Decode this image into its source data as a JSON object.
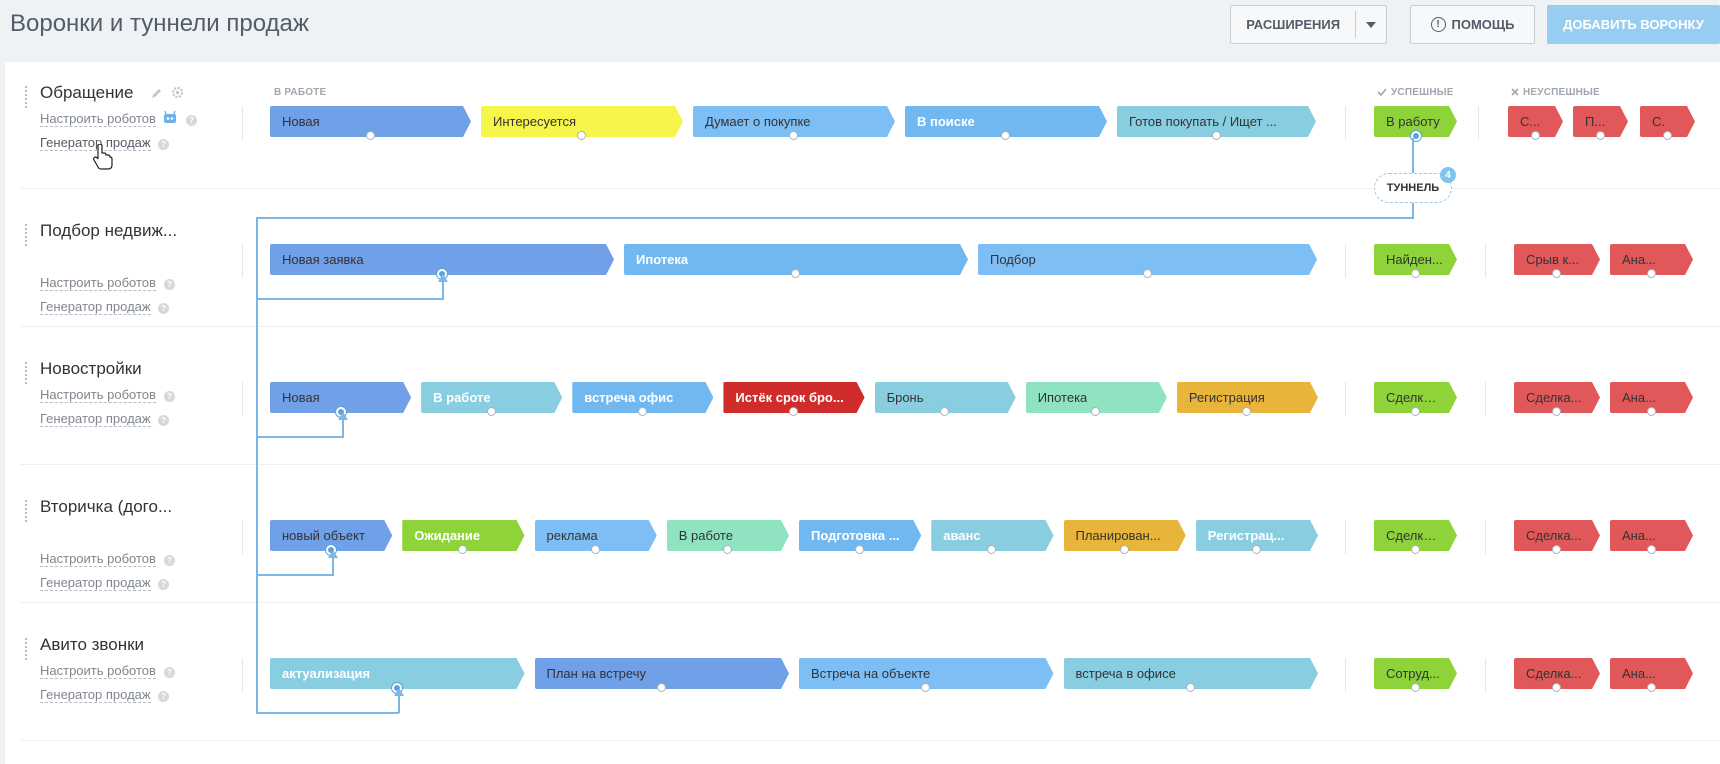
{
  "page": {
    "title": "Воронки и туннели продаж"
  },
  "toolbar": {
    "extensions_label": "РАСШИРЕНИЯ",
    "help_label": "ПОМОЩЬ",
    "add_funnel_label": "ДОБАВИТЬ ВОРОНКУ"
  },
  "columns": {
    "in_progress": "В РАБОТЕ",
    "success": "УСПЕШНЫЕ",
    "fail": "НЕУСПЕШНЫЕ"
  },
  "common": {
    "robots_label": "Настроить роботов",
    "generator_label": "Генератор продаж"
  },
  "tunnel": {
    "label": "ТУННЕЛЬ",
    "count": "4"
  },
  "funnels": [
    {
      "name": "Обращение",
      "stages": [
        {
          "label": "Новая",
          "color": "#6fa0e8"
        },
        {
          "label": "Интересуется",
          "color": "#f5f54a"
        },
        {
          "label": "Думает о покупке",
          "color": "#7dbff5"
        },
        {
          "label": "В поиске",
          "color": "#72b8f0",
          "light": true
        },
        {
          "label": "Готов покупать / Ищет ...",
          "color": "#88cde0"
        }
      ],
      "success": [
        {
          "label": "В работу",
          "color": "#8fd33a"
        }
      ],
      "fail": [
        {
          "label": "С...",
          "color": "#e0585a"
        },
        {
          "label": "П...",
          "color": "#e0585a"
        },
        {
          "label": "С.",
          "color": "#e0585a"
        }
      ]
    },
    {
      "name": "Подбор недвиж...",
      "stages": [
        {
          "label": "Новая заявка",
          "color": "#6fa0e8"
        },
        {
          "label": "Ипотека",
          "color": "#72b8f0",
          "light": true
        },
        {
          "label": "Подбор",
          "color": "#7dbff5"
        }
      ],
      "success": [
        {
          "label": "Найден...",
          "color": "#8fd33a"
        }
      ],
      "fail": [
        {
          "label": "Срыв к...",
          "color": "#e0585a"
        },
        {
          "label": "Ана...",
          "color": "#e0585a"
        }
      ]
    },
    {
      "name": "Новостройки",
      "stages": [
        {
          "label": "Новая",
          "color": "#6fa0e8"
        },
        {
          "label": "В работе",
          "color": "#88cde0",
          "light": true
        },
        {
          "label": "встреча офис",
          "color": "#72b8f0",
          "light": true
        },
        {
          "label": "Истёк срок бро...",
          "color": "#d12c2c",
          "light": true
        },
        {
          "label": "Бронь",
          "color": "#88cde0"
        },
        {
          "label": "Ипотека",
          "color": "#8fe3c0"
        },
        {
          "label": "Регистрация",
          "color": "#e8b43a"
        }
      ],
      "success": [
        {
          "label": "Сделка ...",
          "color": "#8fd33a"
        }
      ],
      "fail": [
        {
          "label": "Сделка...",
          "color": "#e0585a"
        },
        {
          "label": "Ана...",
          "color": "#e0585a"
        }
      ]
    },
    {
      "name": "Вторичка (дого...",
      "stages": [
        {
          "label": "новый объект",
          "color": "#6fa0e8"
        },
        {
          "label": "Ожидание",
          "color": "#8fd33a",
          "light": true
        },
        {
          "label": "реклама",
          "color": "#7dbff5"
        },
        {
          "label": "В работе",
          "color": "#8fe3c0"
        },
        {
          "label": "Подготовка ...",
          "color": "#72b8f0",
          "light": true
        },
        {
          "label": "аванс",
          "color": "#88cde0",
          "light": true
        },
        {
          "label": "Планирован...",
          "color": "#e8b43a"
        },
        {
          "label": "Регистрац...",
          "color": "#88cde0",
          "light": true
        }
      ],
      "success": [
        {
          "label": "Сделка ...",
          "color": "#8fd33a"
        }
      ],
      "fail": [
        {
          "label": "Сделка...",
          "color": "#e0585a"
        },
        {
          "label": "Ана...",
          "color": "#e0585a"
        }
      ]
    },
    {
      "name": "Авито звонки",
      "stages": [
        {
          "label": "актуализация",
          "color": "#88cde0",
          "light": true
        },
        {
          "label": "План на встречу",
          "color": "#6fa0e8"
        },
        {
          "label": "Встреча на объекте",
          "color": "#7dbff5"
        },
        {
          "label": "встреча в офисе",
          "color": "#88cde0"
        }
      ],
      "success": [
        {
          "label": "Сотруд...",
          "color": "#8fd33a"
        }
      ],
      "fail": [
        {
          "label": "Сделка...",
          "color": "#e0585a"
        },
        {
          "label": "Ана...",
          "color": "#e0585a"
        }
      ]
    }
  ]
}
